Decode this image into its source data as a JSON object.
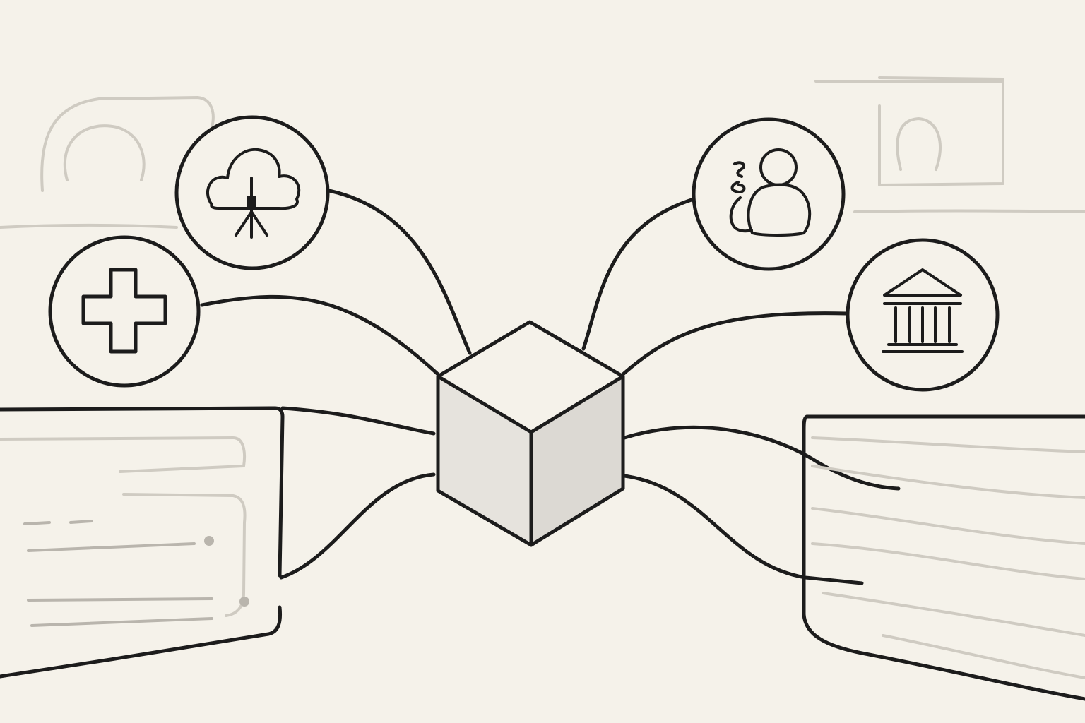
{
  "colors": {
    "background": "#f5f2ea",
    "ink": "#1c1c1c",
    "cube_fill": "#e6e3dd",
    "cube_shade": "#dcd9d3",
    "faint_sketch": "#cfcbc2"
  },
  "diagram": {
    "hub": {
      "icon": "cube-icon"
    },
    "nodes": [
      {
        "id": "health",
        "icon": "medical-cross-icon"
      },
      {
        "id": "cloud",
        "icon": "cloud-network-icon"
      },
      {
        "id": "people",
        "icon": "user-group-icon"
      },
      {
        "id": "bank",
        "icon": "bank-building-icon"
      }
    ],
    "panels": [
      {
        "id": "left-panel",
        "icon": "document-panel-icon"
      },
      {
        "id": "right-panel",
        "icon": "document-panel-icon"
      }
    ]
  }
}
